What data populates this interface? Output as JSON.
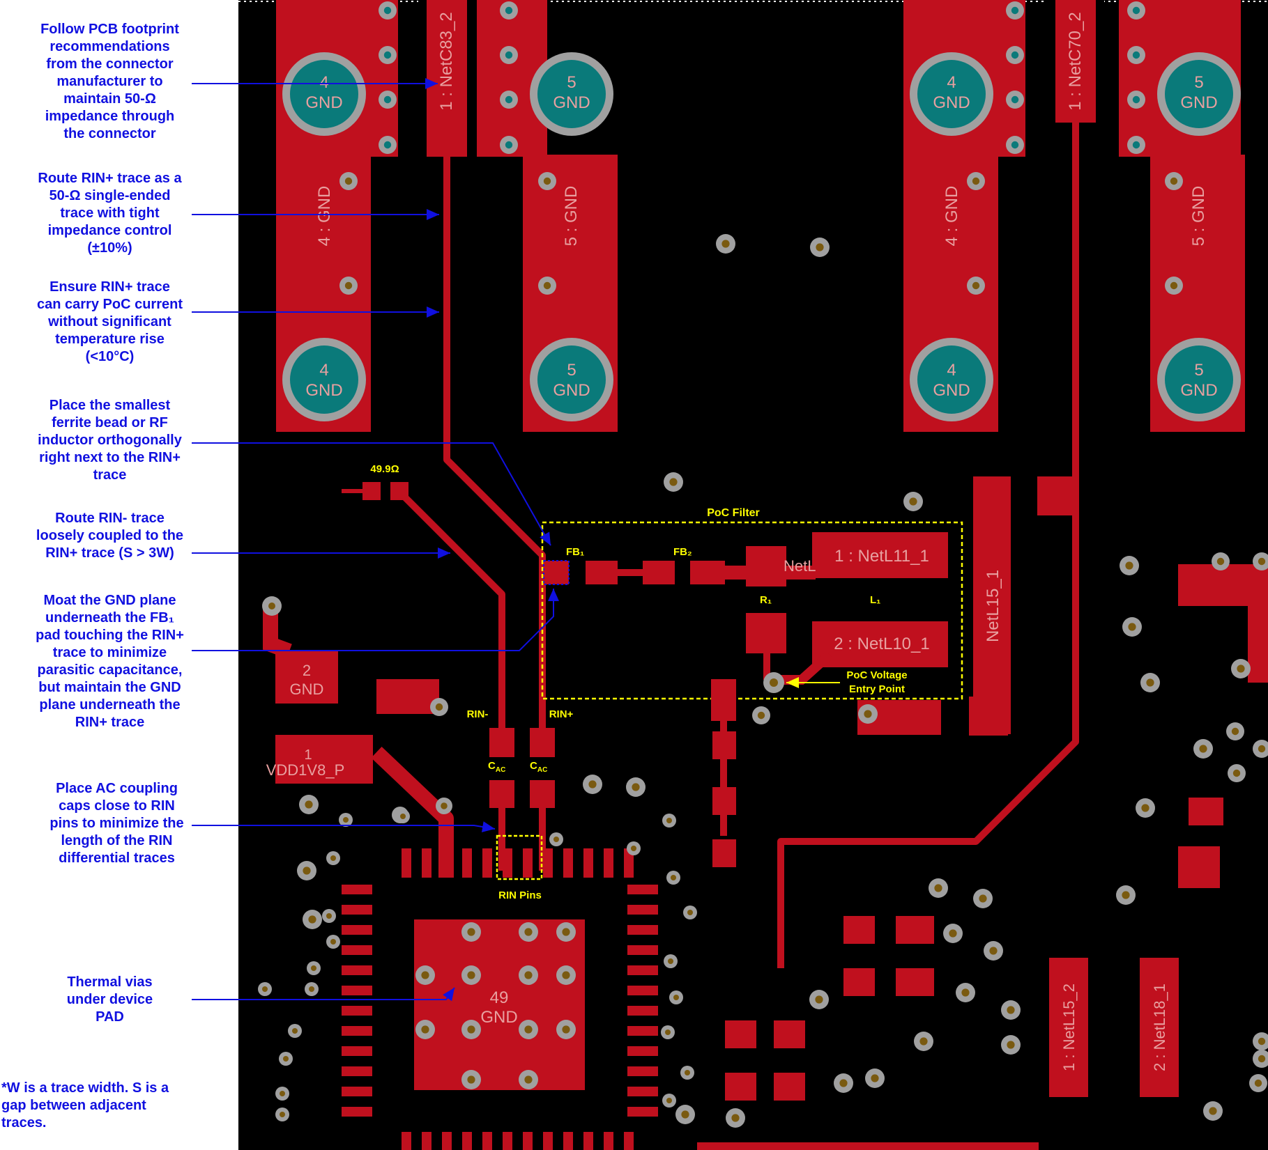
{
  "notes": [
    "Follow PCB footprint\nrecommendations\nfrom the connector\nmanufacturer to\nmaintain 50-Ω\nimpedance through\nthe connector",
    "Route RIN+ trace as a\n50-Ω single-ended\ntrace with tight\nimpedance control\n(±10%)",
    "Ensure RIN+ trace\ncan carry PoC current\nwithout significant\ntemperature rise\n(<10°C)",
    "Place the smallest\nferrite bead or RF\ninductor orthogonally\nright next to  the RIN+\ntrace",
    "Route RIN- trace\nloosely coupled to the\nRIN+ trace (S > 3W)",
    "Moat the GND plane\nunderneath the FB₁\npad touching the RIN+\ntrace to minimize\nparasitic capacitance,\nbut maintain the GND\nplane underneath the\nRIN+ trace",
    "Place AC coupling\ncaps close to RIN\npins to minimize the\nlength of the RIN\ndifferential traces",
    "Thermal vias\nunder device\nPAD"
  ],
  "footnote": "*W is a trace width.  S is a\ngap between adjacent\ntraces.",
  "labels": {
    "net_c83": "1 : NetC83_2",
    "net_c70": "1 : NetC70_2",
    "pad4": "4",
    "pad5": "5",
    "gnd": "GND",
    "pad4_gnd": "4 : GND",
    "pad5_gnd": "5 : GND",
    "res": "49.9Ω",
    "poc_filter": "PoC Filter",
    "fb1": "FB₁",
    "fb2": "FB₂",
    "r1": "R₁",
    "l1": "L₁",
    "netl11": "1 : NetL11_1",
    "netl10": "2 : NetL10_1",
    "netl_cut": "NetL",
    "netl15_1": "NetL15_1",
    "poc_entry": "PoC Voltage\nEntry Point",
    "rin_minus": "RIN-",
    "rin_plus": "RIN+",
    "cac": "CAC",
    "rin_pins": "RIN Pins",
    "pad2": "2",
    "pad1": "1",
    "vdd": "VDD1V8_P",
    "pad49": "49",
    "netl15_2": "1 : NetL15_2",
    "netl18_1": "2 : NetL18_1"
  },
  "colors": {
    "board": "#000000",
    "copper": "#c0101e",
    "pad_label": "#e8a0a0",
    "silk": "#ffff00",
    "annotation": "#1010e0",
    "via_ring": "#a0a0a0",
    "via_hole": "#0a7a7a"
  }
}
